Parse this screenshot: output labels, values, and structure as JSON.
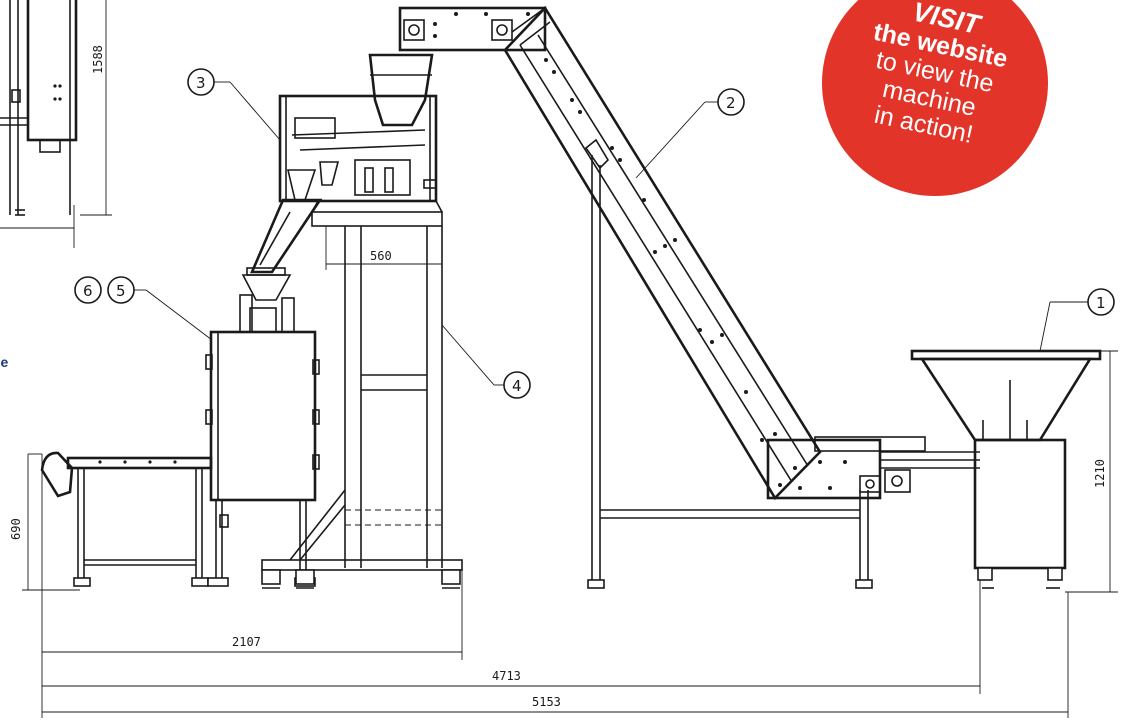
{
  "visit_badge": {
    "line1": "VISIT",
    "line2": "the website",
    "line3": "to view the",
    "line4": "machine",
    "line5": "in action!",
    "color": "#e3342a"
  },
  "left_clipped_text": "ne",
  "callouts": [
    "1",
    "2",
    "3",
    "4",
    "5",
    "6"
  ],
  "dimensions": {
    "d1588": "1588",
    "d560": "560",
    "d690": "690",
    "d1210": "1210",
    "d2107": "2107",
    "d4713": "4713",
    "d5153": "5153"
  }
}
